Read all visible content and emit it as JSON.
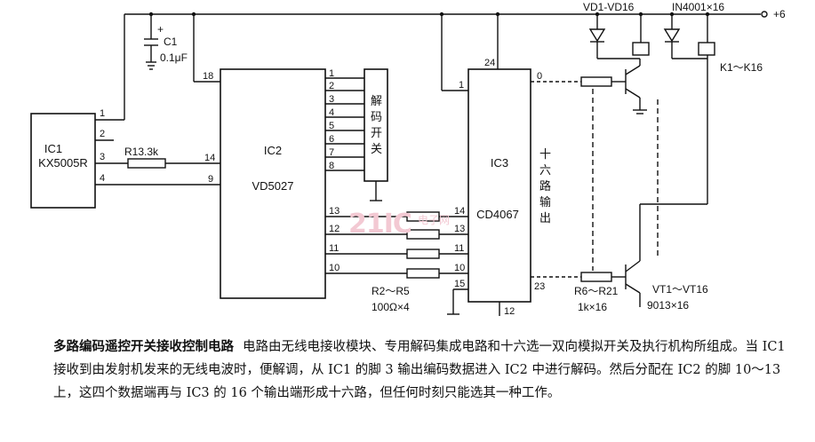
{
  "labels": {
    "c1": "C1",
    "c1_value": "0.1μF",
    "c1_plus": "+",
    "supply": "+6",
    "ic1_name": "IC1",
    "ic1_part": "KX5005R",
    "ic2_name": "IC2",
    "ic2_part": "VD5027",
    "ic3_name": "IC3",
    "ic3_part": "CD4067",
    "r1": "R13.3k",
    "r2_r5": "R2～R5",
    "r2_r5_value": "100Ω×4",
    "r6_r21": "R6～R21",
    "r6_r21_value": "1k×16",
    "vd": "VD1-VD16",
    "diode_part": "IN4001×16",
    "relay": "K1～K16",
    "vt": "VT1～VT16",
    "vt_part": "9013×16",
    "switch_label": [
      "解",
      "码",
      "开",
      "关"
    ],
    "output_label": [
      "十",
      "六",
      "路",
      "输",
      "出"
    ],
    "watermark_main": "21IC",
    "watermark_sub": "电子网"
  },
  "pins": {
    "ic1": [
      "1",
      "2",
      "3",
      "4"
    ],
    "ic2_left": [
      "18",
      "14",
      "9"
    ],
    "ic2_right_top": [
      "1",
      "2",
      "3",
      "4",
      "5",
      "6",
      "7",
      "8"
    ],
    "ic2_right_bottom": [
      "13",
      "12",
      "11",
      "10"
    ],
    "ic3_top": [
      "24"
    ],
    "ic3_left_top": [
      "1"
    ],
    "ic3_left_bottom": [
      "14",
      "13",
      "11",
      "10",
      "15"
    ],
    "ic3_right": [
      "0",
      "23"
    ],
    "ic3_bottom": [
      "12"
    ]
  },
  "caption": {
    "title": "多路编码遥控开关接收控制电路",
    "body": "电路由无线电接收模块、专用解码集成电路和十六选一双向模拟开关及执行机构所组成。当 IC1 接收到由发射机发来的无线电波时，便解调，从 IC1 的脚 3 输出编码数据进入 IC2 中进行解码。然后分配在 IC2 的脚 10～13 上，这四个数据端再与 IC3 的 16 个输出端形成十六路，但任何时刻只能选其一种工作。"
  }
}
